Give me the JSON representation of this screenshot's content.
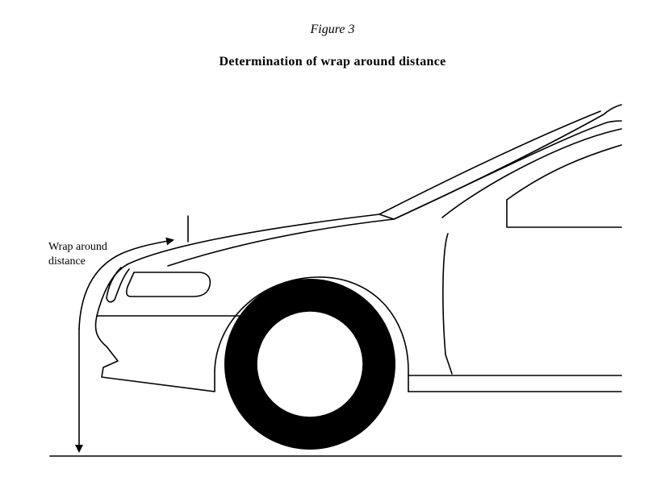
{
  "figure": {
    "number": "Figure 3",
    "title": "Determination of wrap around distance"
  },
  "annotation": {
    "line1": "Wrap around",
    "line2": "distance"
  },
  "colors": {
    "line": "#000000",
    "background": "#ffffff"
  }
}
